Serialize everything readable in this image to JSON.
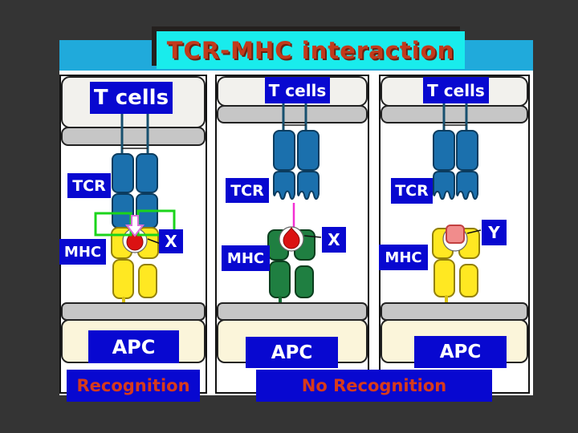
{
  "slide": {
    "title": "TCR-MHC interaction",
    "captions": {
      "recognition": "Recognition",
      "no_recognition": "No Recognition"
    }
  },
  "panels": [
    {
      "name": "recognition",
      "t_cells": "T cells",
      "tcr": "TCR",
      "mhc": "MHC",
      "peptide_label": "X",
      "apc": "APC",
      "mhc_color": "#FFE822",
      "peptide_color": "#DB1212",
      "result": "binding"
    },
    {
      "name": "no-recognition-different-mhc",
      "t_cells": "T cells",
      "tcr": "TCR",
      "mhc": "MHC",
      "peptide_label": "X",
      "apc": "APC",
      "mhc_color": "#1F7F41",
      "peptide_color": "#DB1212",
      "result": "no-binding"
    },
    {
      "name": "no-recognition-different-peptide",
      "t_cells": "T cells",
      "tcr": "TCR",
      "mhc": "MHC",
      "peptide_label": "Y",
      "apc": "APC",
      "mhc_color": "#FFE822",
      "peptide_color": "#F18C8C",
      "result": "no-binding"
    }
  ],
  "colors": {
    "background": "#343434",
    "band_blue": "#20AADB",
    "title_bg_cyan": "#19ECEC",
    "title_text_red": "#C23A1C",
    "label_bg_blue": "#0808D0",
    "label_text_white": "#FFFFFF",
    "caption_text_red": "#D63A1C",
    "tcr_blue": "#1B70AD",
    "mhc_yellow": "#FFE822",
    "mhc_green": "#1F7F41",
    "peptide_red": "#DB1212",
    "peptide_salmon": "#F18C8C",
    "membrane_gray": "#C6C6C6",
    "apc_cream": "#FBF5DA",
    "highlight_green": "#1BD41B",
    "link_magenta": "#F32FD3"
  }
}
